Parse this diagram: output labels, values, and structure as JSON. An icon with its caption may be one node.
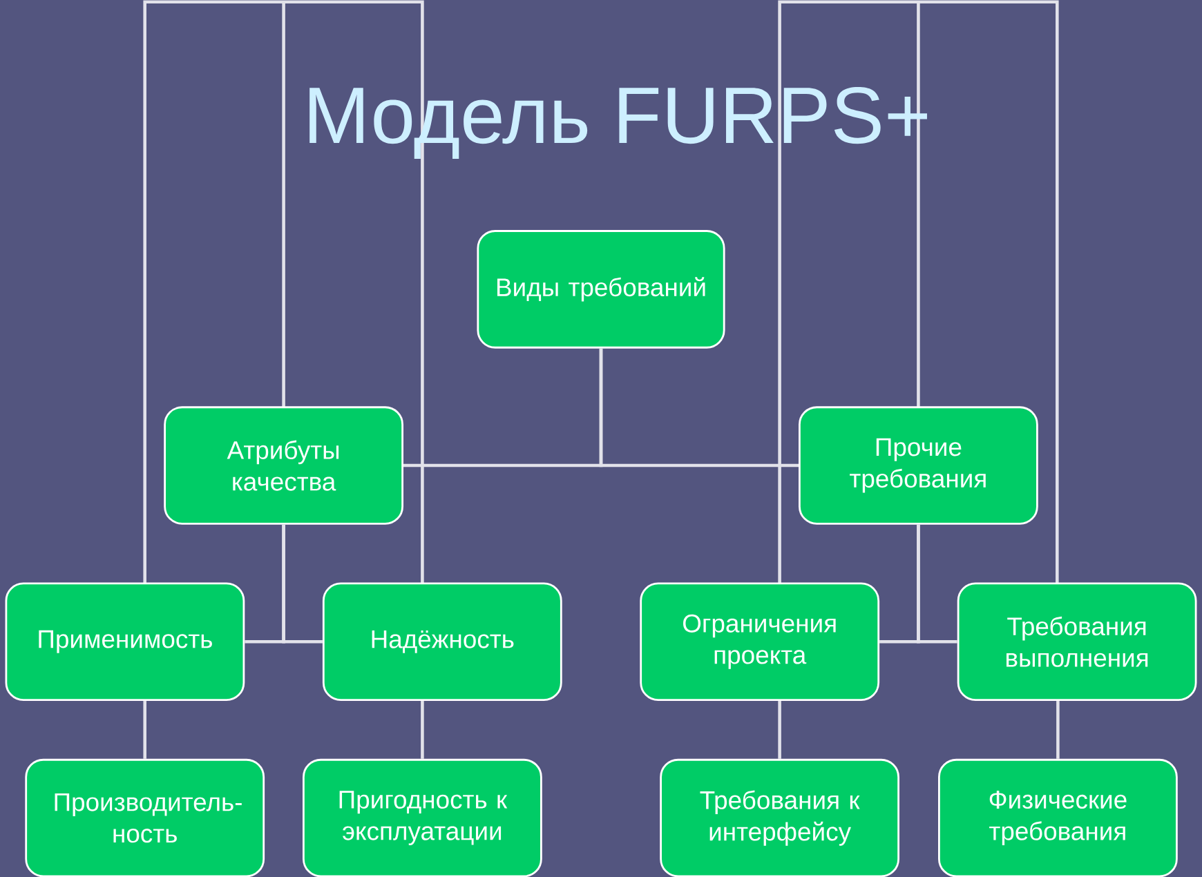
{
  "diagram": {
    "title": "Модель FURPS+",
    "nodes": [
      {
        "text": [
          "Виды требований"
        ]
      },
      {
        "text": [
          "Атрибуты качества"
        ]
      },
      {
        "text": [
          "Прочие требования"
        ]
      },
      {
        "text": [
          "Применимость"
        ]
      },
      {
        "text": [
          "Надёжность"
        ]
      },
      {
        "text": [
          "Ограничения проекта"
        ]
      },
      {
        "text": [
          "Требования выполнения"
        ]
      },
      {
        "text": [
          "Производитель-ность"
        ]
      },
      {
        "text": [
          "Пригодность к эксплуатации"
        ]
      },
      {
        "text": [
          "Требования к интерфейсу"
        ]
      },
      {
        "text": [
          "Физические требования"
        ]
      }
    ],
    "edges": [
      {
        "from": 0,
        "to": 1,
        "arrow": "none"
      },
      {
        "from": 0,
        "to": 2,
        "arrow": "none"
      },
      {
        "from": 1,
        "to": 3,
        "arrow": "none"
      },
      {
        "from": 1,
        "to": 4,
        "arrow": "none"
      },
      {
        "from": 3,
        "to": 7,
        "arrow": "none"
      },
      {
        "from": 4,
        "to": 8,
        "arrow": "none"
      },
      {
        "from": 2,
        "to": 5,
        "arrow": "none"
      },
      {
        "from": 2,
        "to": 6,
        "arrow": "none"
      },
      {
        "from": 5,
        "to": 9,
        "arrow": "none"
      },
      {
        "from": 6,
        "to": 10,
        "arrow": "none"
      }
    ]
  }
}
